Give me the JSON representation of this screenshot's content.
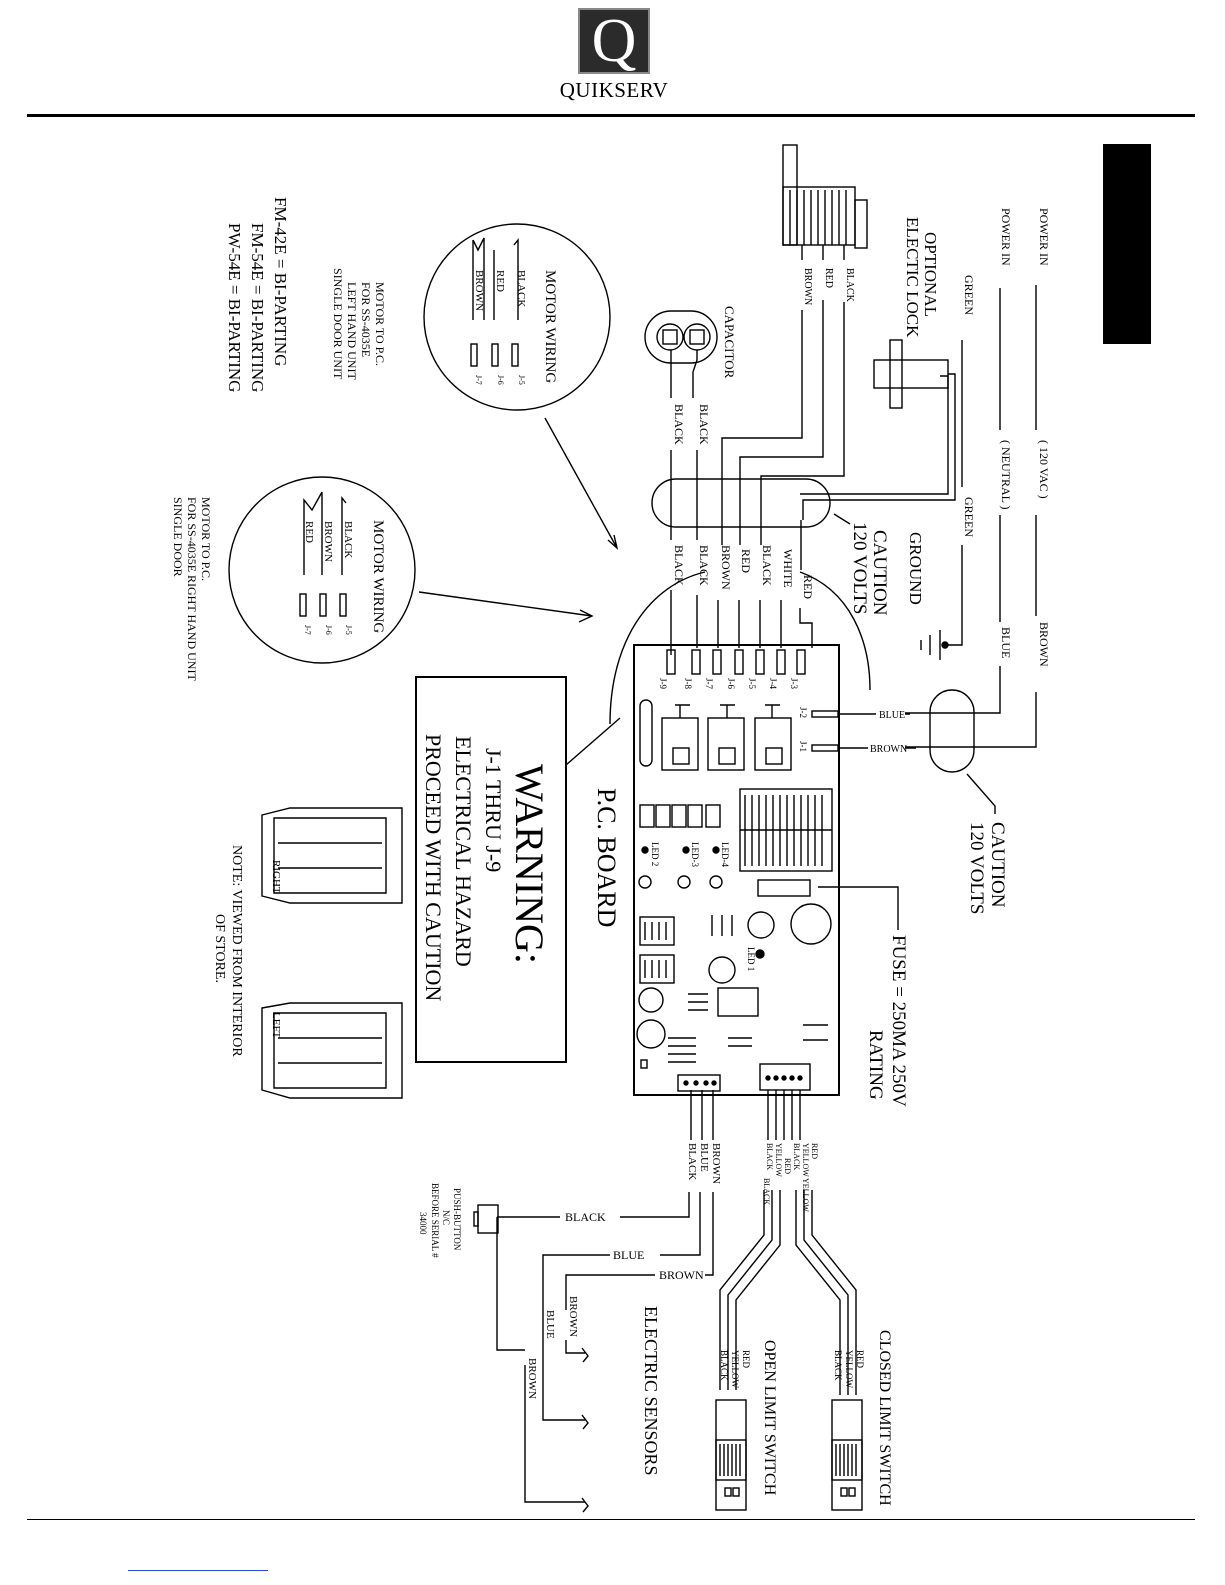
{
  "brand": {
    "logo_letter": "Q",
    "name": "QUIKSERV"
  },
  "power": {
    "power_in_1": "POWER IN",
    "power_in_2": "POWER IN",
    "vac": "( 120 VAC )",
    "neutral": "( NEUTRAL )",
    "green_1": "GREEN",
    "green_2": "GREEN",
    "brown": "BROWN",
    "blue": "BLUE",
    "ground": "GROUND"
  },
  "lock": {
    "title_1": "OPTIONAL",
    "title_2": "ELECTIC LOCK",
    "wire_brown": "BROWN",
    "wire_red": "RED",
    "wire_black": "BLACK"
  },
  "capacitor": {
    "label": "CAPACITOR",
    "wire_1": "BLACK",
    "wire_2": "BLACK"
  },
  "caution_top": {
    "line1": "CAUTION",
    "line2": "120 VOLTS"
  },
  "caution_right": {
    "line1": "CAUTION",
    "line2": "120 VOLTS"
  },
  "harness_wires": [
    "BLACK",
    "BLACK",
    "BROWN",
    "RED",
    "BLACK",
    "WHITE",
    "RED"
  ],
  "board": {
    "title": "P.C. BOARD",
    "connectors_top": [
      "J-9",
      "J-8",
      "J-7",
      "J-6",
      "J-5",
      "J-4",
      "J-3"
    ],
    "j2": "J-2",
    "j1": "J-1",
    "j2_wire": "BLUE",
    "j1_wire": "BROWN",
    "leds": [
      "LED 2",
      "LED-3",
      "LED-4",
      "LED 1"
    ]
  },
  "fuse": {
    "line1": "FUSE = 250MA 250V",
    "line2": "RATING"
  },
  "warning": {
    "title": "WARNING:",
    "line1": "J-1 THRU J-9",
    "line2": "ELECTRICAL HAZARD",
    "line3": "PROCEED WITH CAUTION"
  },
  "motor_left": {
    "title": "MOTOR WIRING",
    "wires": [
      "BLACK",
      "RED",
      "BROWN"
    ],
    "pins": [
      "J-5",
      "J-6",
      "J-7"
    ],
    "desc": [
      "MOTOR TO P.C.",
      "FOR SS-4035E",
      "LEFT HAND UNIT",
      "SINGLE DOOR UNIT"
    ]
  },
  "motor_right": {
    "title": "MOTOR WIRING",
    "wires": [
      "BLACK",
      "BROWN",
      "RED"
    ],
    "pins": [
      "J-5",
      "J-6",
      "J-7"
    ],
    "desc": [
      "MOTOR TO P.C.",
      "FOR SS-4035E RIGHT HAND UNIT",
      "SINGLE DOOR"
    ]
  },
  "models": [
    "FM-42E = BI-PARTING",
    "FM-54E = BI-PARTING",
    "PW-54E = BI-PARTING"
  ],
  "doors": {
    "right": "RIGHT",
    "left": "LEFT",
    "note_1": "NOTE: VIEWED FROM INTERIOR",
    "note_2": "OF STORE."
  },
  "sensor_header": {
    "wires": [
      "BROWN",
      "BLUE",
      "BLACK"
    ]
  },
  "limit_header": {
    "wires_a": [
      "RED",
      "YELLOW",
      "BLACK",
      "YELLOW",
      "BLACK"
    ],
    "wires_b": [
      "RED",
      "YELLOW",
      "BLACK"
    ]
  },
  "push_button": {
    "line1": "PUSH-BUTTON",
    "line2": "N/C",
    "line3": "BEFORE SERIAL #",
    "line4": "34000"
  },
  "sensors": {
    "title": "ELECTRIC SENSORS",
    "black": "BLACK",
    "blue": "BLUE",
    "brown": "BROWN",
    "brown2": "BROWN",
    "blue2": "BLUE",
    "brown3": "BROWN"
  },
  "open_switch": {
    "title": "OPEN LIMIT SWITCH",
    "wires": [
      "RED",
      "YELLOW",
      "BLACK"
    ]
  },
  "closed_switch": {
    "title": "CLOSED LIMIT SWITCH",
    "wires": [
      "RED",
      "YELLOW",
      "BLACK"
    ]
  }
}
